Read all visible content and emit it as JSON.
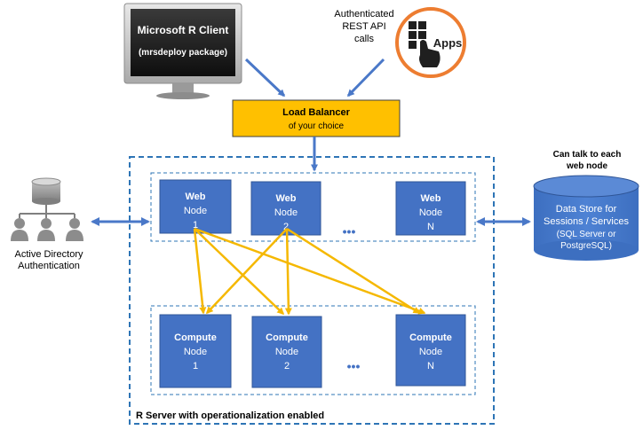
{
  "client": {
    "title": "Microsoft R Client",
    "subtitle": "(mrsdeploy package)"
  },
  "rest_api": {
    "label_lines": [
      "Authenticated",
      "REST API",
      "calls"
    ],
    "apps_label": "Apps"
  },
  "load_balancer": {
    "title": "Load Balancer",
    "subtitle": "of your choice"
  },
  "active_directory": {
    "label_lines": [
      "Active Directory",
      "Authentication"
    ]
  },
  "data_store": {
    "note_lines": [
      "Can talk to each",
      "web node"
    ],
    "title_lines": [
      "Data Store for",
      "Sessions / Services"
    ],
    "detail_lines": [
      "(SQL Server or",
      "PostgreSQL)"
    ]
  },
  "web_nodes": [
    {
      "title": "Web",
      "label": "Node",
      "id": "1"
    },
    {
      "title": "Web",
      "label": "Node",
      "id": "2"
    },
    {
      "title": "Web",
      "label": "Node",
      "id": "N"
    }
  ],
  "compute_nodes": [
    {
      "title": "Compute",
      "label": "Node",
      "id": "1"
    },
    {
      "title": "Compute",
      "label": "Node",
      "id": "2"
    },
    {
      "title": "Compute",
      "label": "Node",
      "id": "N"
    }
  ],
  "ellipsis": "•••",
  "cluster_label": "R Server with operationalization enabled",
  "colors": {
    "node_blue": "#4472c4",
    "arrow_blue": "#4a78c8",
    "arrow_gold": "#f5b800",
    "lb_fill": "#ffc000",
    "apps_ring": "#ed7d31",
    "dashed_blue": "#2e75b6"
  },
  "icons": {
    "client": "monitor-icon",
    "apps": "touch-apps-icon",
    "active_directory": "org-chart-users-icon",
    "data_store": "database-cylinder-icon"
  }
}
